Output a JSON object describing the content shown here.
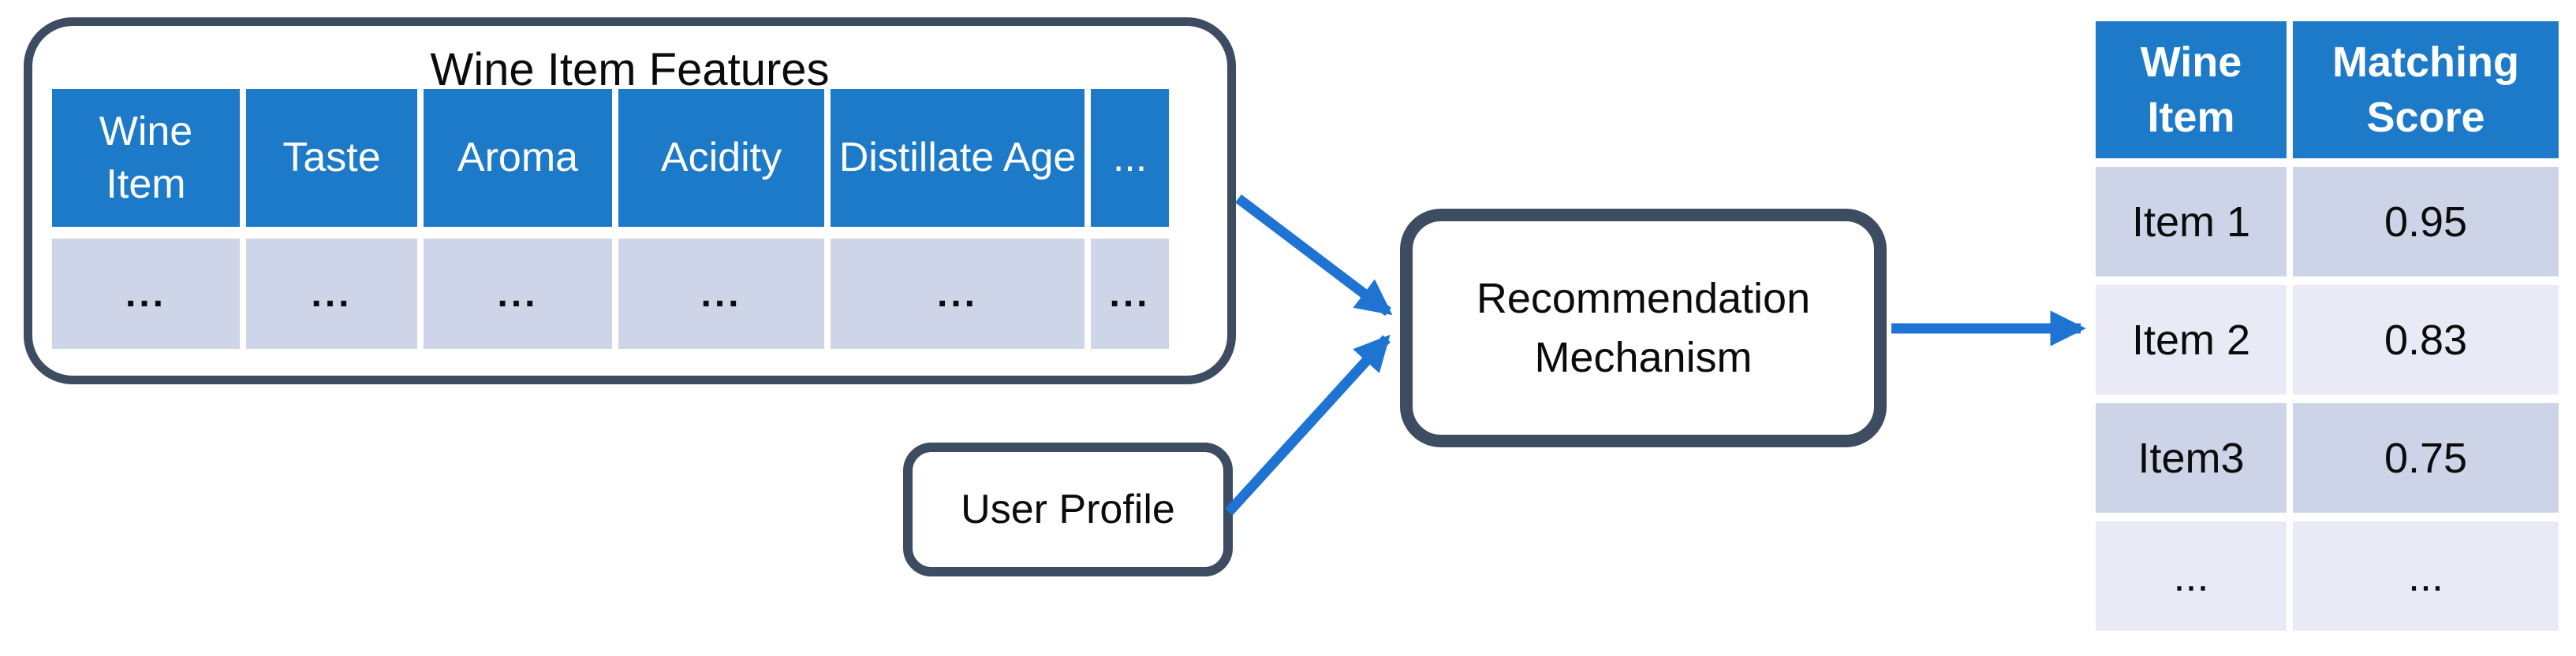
{
  "diagram": {
    "wine_features": {
      "title": "Wine Item Features",
      "columns": [
        "Wine Item",
        "Taste",
        "Aroma",
        "Acidity",
        "Distillate Age",
        "..."
      ],
      "row": [
        "...",
        "...",
        "...",
        "...",
        "...",
        "..."
      ]
    },
    "user_profile": {
      "label": "User Profile"
    },
    "recommendation": {
      "label": "Recommendation Mechanism"
    },
    "results_table": {
      "columns": [
        "Wine Item",
        "Matching Score"
      ],
      "rows": [
        {
          "item": "Item 1",
          "score": "0.95"
        },
        {
          "item": "Item 2",
          "score": "0.83"
        },
        {
          "item": "Item3",
          "score": "0.75"
        },
        {
          "item": "...",
          "score": "..."
        }
      ]
    },
    "arrows": [
      {
        "from": "wine-item-features",
        "to": "recommendation-mechanism"
      },
      {
        "from": "user-profile",
        "to": "recommendation-mechanism"
      },
      {
        "from": "recommendation-mechanism",
        "to": "matching-score-table"
      }
    ],
    "colors": {
      "header_blue": "#1C7AC8",
      "arrow_blue": "#1F73D2",
      "border_slate": "#3D4C60",
      "row_dark": "#CDD4E8",
      "row_light": "#E9EAF5",
      "left_row": "#CED5E8",
      "header_text": "#FFFFFF",
      "body_text": "#0B0B0B"
    }
  }
}
